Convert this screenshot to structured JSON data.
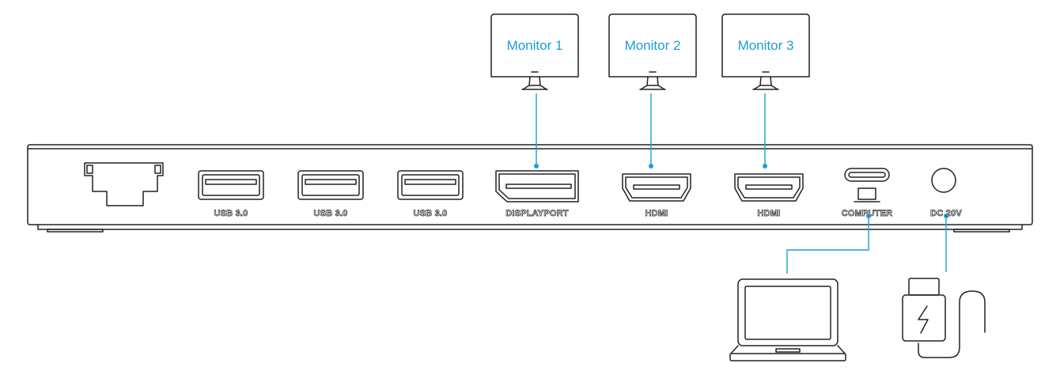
{
  "colors": {
    "connector": "#1a9fd6",
    "label_monitor": "#1a9fd6",
    "outline": "#222222",
    "port_label": "#ffffff",
    "port_label_stroke": "#222222",
    "background": "#ffffff"
  },
  "monitors": [
    {
      "label": "Monitor 1"
    },
    {
      "label": "Monitor 2"
    },
    {
      "label": "Monitor 3"
    }
  ],
  "ports": {
    "usb1": {
      "label": "USB 3.0"
    },
    "usb2": {
      "label": "USB 3.0"
    },
    "usb3": {
      "label": "USB 3.0"
    },
    "displayport": {
      "label": "DISPLAYPORT"
    },
    "hdmi1": {
      "label": "HDMI"
    },
    "hdmi2": {
      "label": "HDMI"
    },
    "computer": {
      "label": "COMPUTER"
    },
    "dc": {
      "label": "DC 20V"
    }
  },
  "icons": {
    "ethernet": "ethernet-port-icon",
    "laptop": "laptop-icon",
    "power_adapter": "power-adapter-icon",
    "lightning": "lightning-bolt-icon"
  }
}
